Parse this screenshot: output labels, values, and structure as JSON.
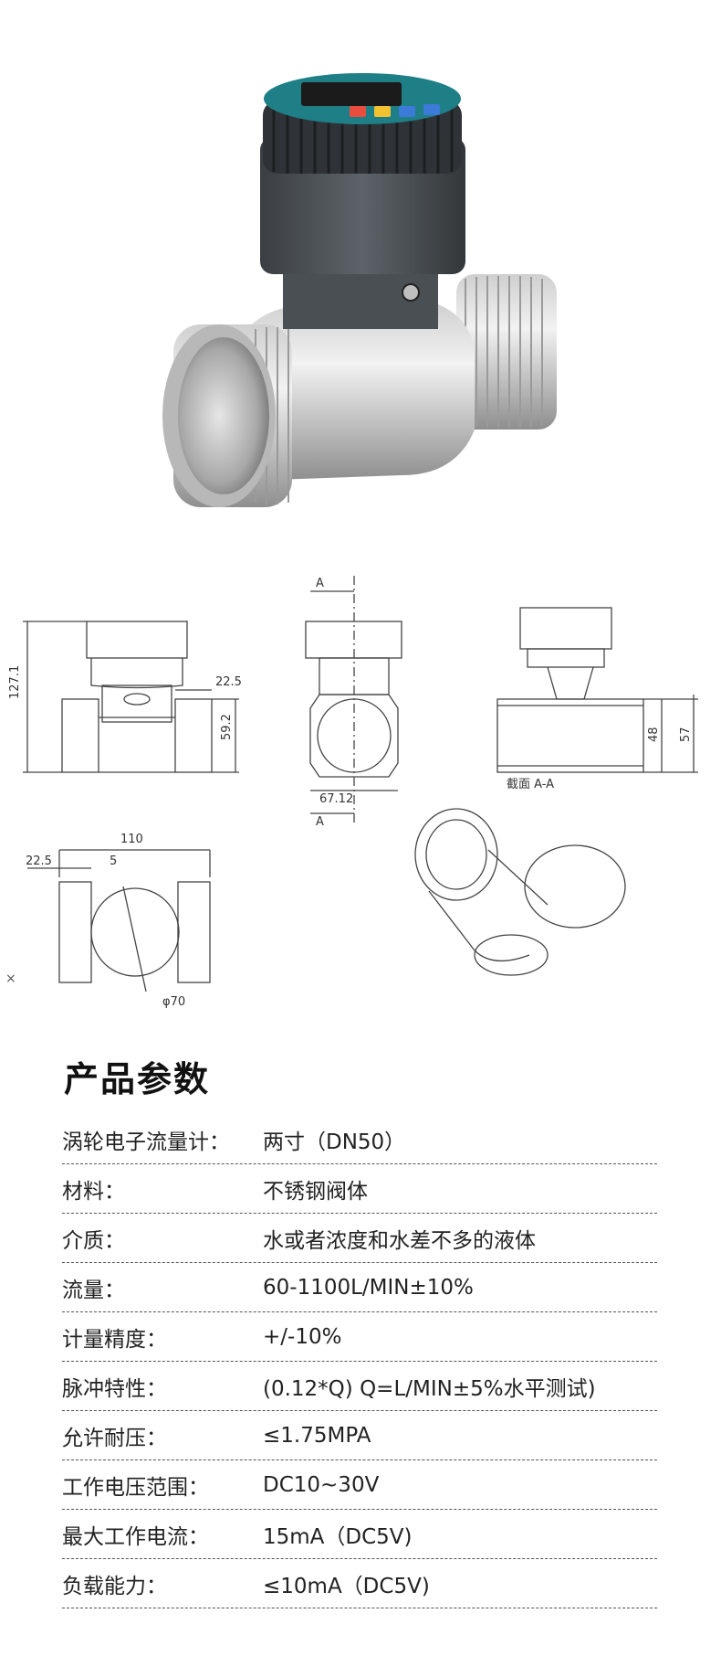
{
  "drawings": {
    "front": {
      "height": "127.1",
      "thread": "22.5",
      "center": "59.2"
    },
    "side": {
      "section_label_top": "A",
      "section_label_bottom": "A",
      "width": "67.12"
    },
    "section": {
      "inner": "48",
      "outer": "57",
      "caption": "截面 A-A"
    },
    "top": {
      "length": "110",
      "thread": "22.5",
      "offset": "5",
      "diameter": "φ70"
    }
  },
  "heading": "产品参数",
  "specs": [
    {
      "label": "涡轮电子流量计：",
      "value": "两寸（DN50）"
    },
    {
      "label": "材料：",
      "value": "不锈钢阀体"
    },
    {
      "label": "介质：",
      "value": "水或者浓度和水差不多的液体"
    },
    {
      "label": "流量：",
      "value": "60-1100L/MIN±10%"
    },
    {
      "label": "计量精度：",
      "value": "+/-10%"
    },
    {
      "label": "脉冲特性：",
      "value": "(0.12*Q) Q=L/MIN±5%水平测试)"
    },
    {
      "label": "允许耐压：",
      "value": "≤1.75MPA"
    },
    {
      "label": "工作电压范围：",
      "value": "DC10~30V"
    },
    {
      "label": "最大工作电流：",
      "value": "15mA（DC5V)"
    },
    {
      "label": "负载能力：",
      "value": "≤10mA（DC5V)"
    }
  ],
  "side_mark": "×"
}
